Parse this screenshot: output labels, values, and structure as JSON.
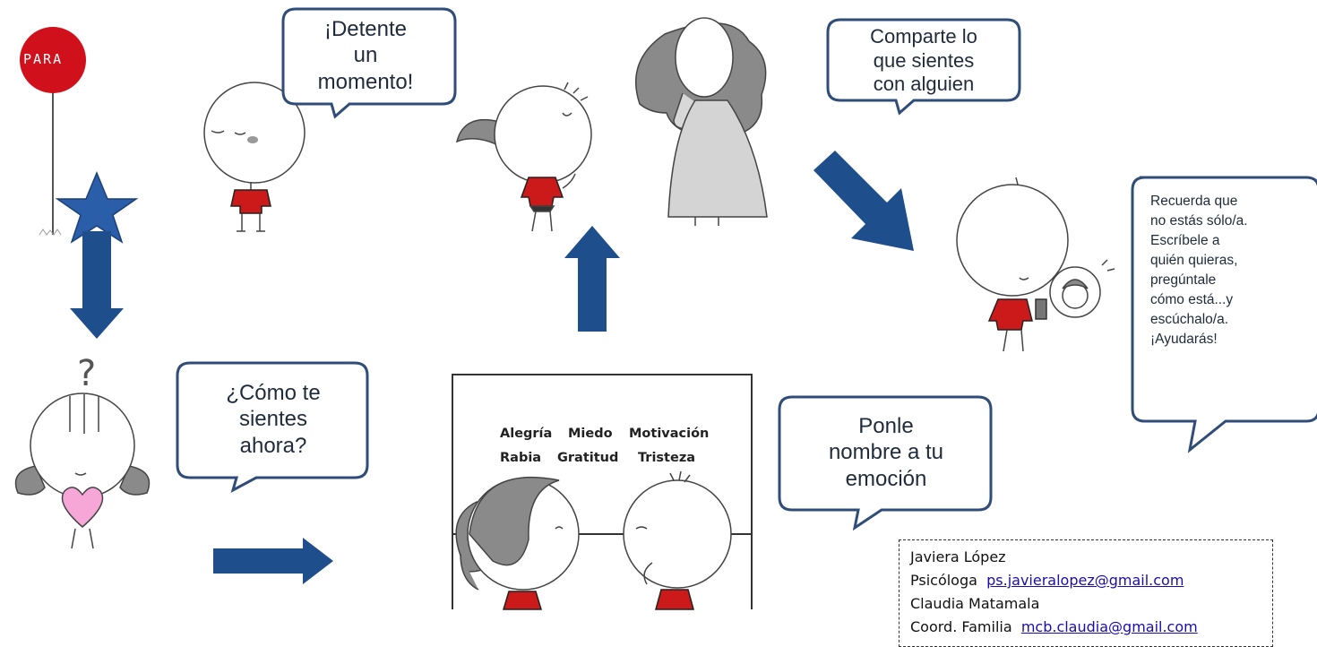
{
  "sign": {
    "label": "PARA"
  },
  "bubbles": {
    "stop": "¡Detente\nun\nmomento!",
    "share": "Comparte lo\nque sientes\ncon alguien",
    "how": "¿Cómo te\nsientes\nahora?",
    "name": "Ponle\nnombre a tu\nemoción",
    "remember": "Recuerda que\nno estás sólo/a.\nEscríbele a\nquién quieras,\npregúntale\ncómo está...y\nescúchalo/a.\n¡Ayudarás!"
  },
  "question_mark": "?",
  "board": {
    "row1": [
      "Alegría",
      "Miedo",
      "Motivación"
    ],
    "row2": [
      "Rabia",
      "Gratitud",
      "Tristeza"
    ]
  },
  "contact": {
    "name1": "Javiera López",
    "role1": "Psicóloga",
    "email1": "ps.javieralopez@gmail.com",
    "name2": "Claudia Matamala",
    "role2": "Coord. Familia",
    "email2": "mcb.claudia@gmail.com"
  },
  "colors": {
    "arrow": "#1f4e8c",
    "star": "#2a5ea8",
    "sign": "#d0111b",
    "shirt": "#cc1a1a",
    "hair": "#8a8a8a",
    "bubble_border": "#2f4d78",
    "heart": "#f6a7d8"
  }
}
